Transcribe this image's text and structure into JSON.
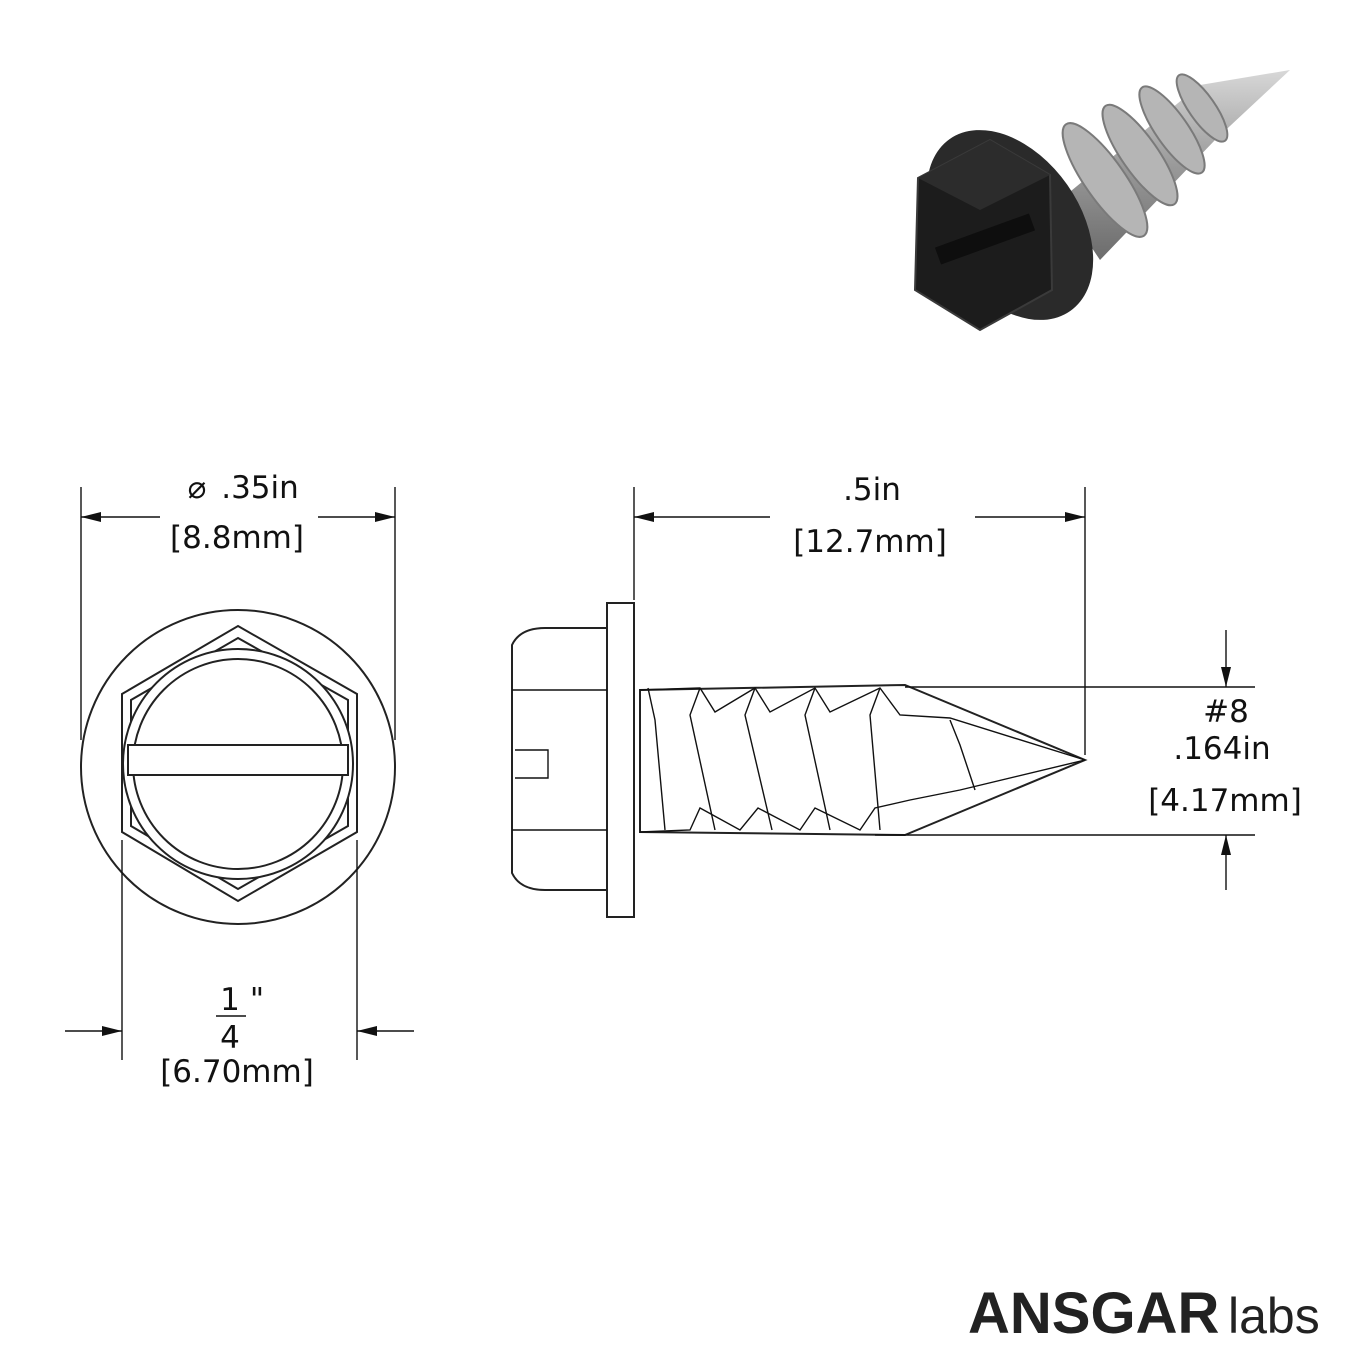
{
  "front_view": {
    "diameter_symbol": "⌀",
    "diameter_in": ".35in",
    "diameter_mm": "[8.8mm]",
    "hex_fraction_num": "1",
    "hex_fraction_den": "4",
    "hex_inch_mark": "\"",
    "hex_mm": "[6.70mm]"
  },
  "side_view": {
    "length_in": ".5in",
    "length_mm": "[12.7mm]",
    "size_label": "#8",
    "thread_in": ".164in",
    "thread_mm": "[4.17mm]"
  },
  "logo": {
    "main": "ANSGAR",
    "sub": "labs"
  },
  "colors": {
    "line": "#111111",
    "head_dark": "#1e1e1e",
    "shank_gray": "#a8a8a8"
  }
}
